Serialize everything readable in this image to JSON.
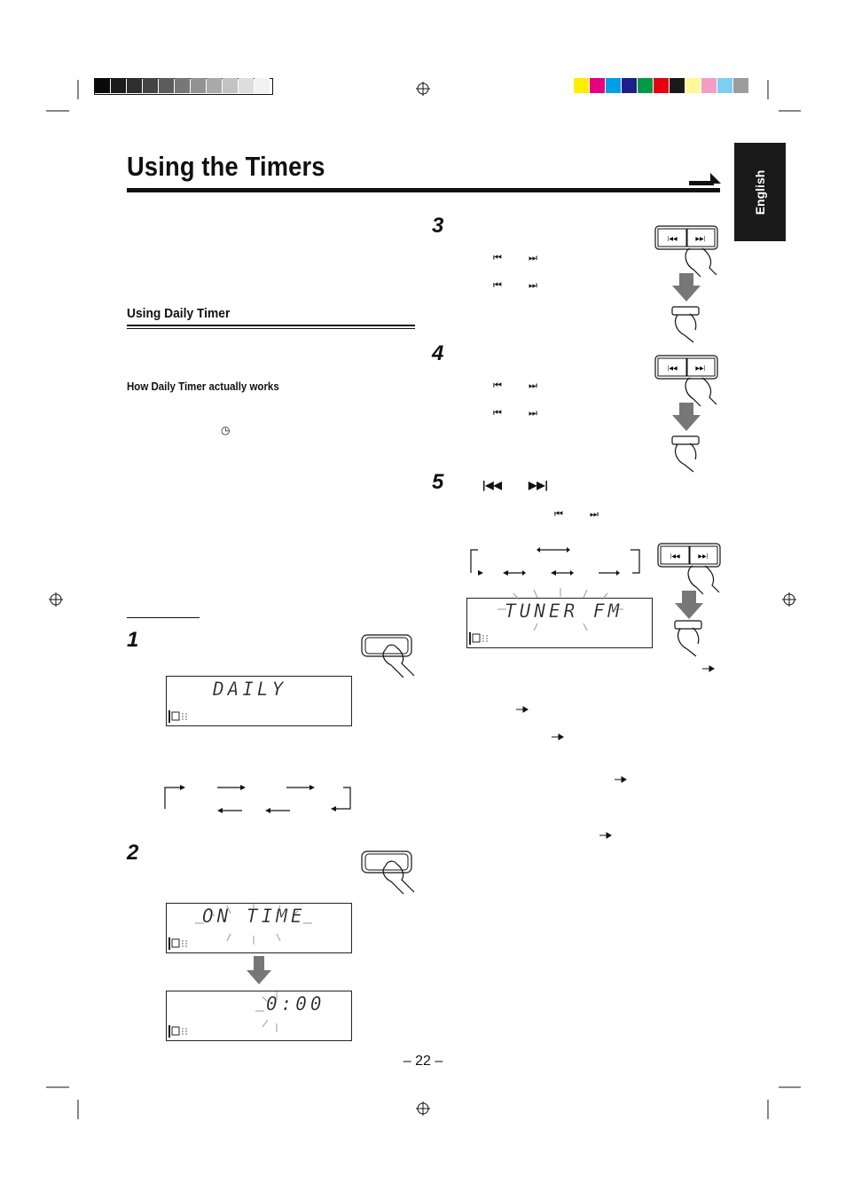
{
  "page": {
    "title": "Using the Timers",
    "language_tab": "English",
    "section_heading": "Using Daily Timer",
    "subheading": "How Daily Timer actually works",
    "page_number": "– 22 –"
  },
  "steps": {
    "s1": "1",
    "s2": "2",
    "s3": "3",
    "s4": "4",
    "s5": "5"
  },
  "displays": {
    "d1": "DAILY",
    "d2a": "ON TIME",
    "d2b": "0:00",
    "d5": "TUNER FM"
  },
  "symbols": {
    "prev": "⏮",
    "next": "⏭",
    "prev_big": "|◀◀",
    "next_big": "▶▶|",
    "clock": "◷"
  },
  "colors": {
    "gray_scale": [
      "#0a0a0a",
      "#1c1c1c",
      "#2e2e2e",
      "#444444",
      "#5c5c5c",
      "#777777",
      "#929292",
      "#a9a9a9",
      "#c2c2c2",
      "#dddddd",
      "#f2f2f2"
    ],
    "color_bar": [
      "#ffee00",
      "#e5007e",
      "#00a0e9",
      "#1d2088",
      "#009944",
      "#e60012",
      "#1a1a1a",
      "#fff799",
      "#f19ec2",
      "#7ecef4",
      "#9c9c9c"
    ]
  }
}
